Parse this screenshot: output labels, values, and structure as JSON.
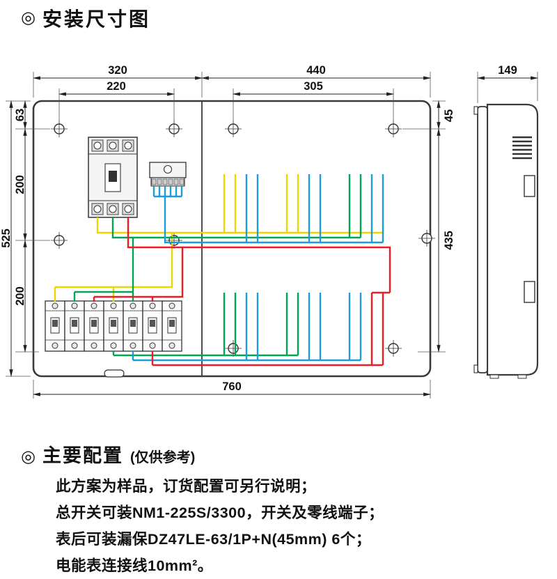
{
  "title": {
    "icon": "◎",
    "text": "安装尺寸图"
  },
  "drawing": {
    "dims": {
      "front_top_left": "320",
      "front_top_left_inner": "220",
      "front_top_right": "440",
      "front_top_right_inner": "305",
      "side_width": "149",
      "left_top": "63",
      "left_upper": "200",
      "left_total": "525",
      "left_lower": "200",
      "right_top": "45",
      "right_main": "435",
      "bottom_total": "760"
    },
    "wire_colors": {
      "yellow": "#f0d400",
      "green": "#00a651",
      "blue": "#1e9cd7",
      "red": "#ed1c24"
    }
  },
  "config": {
    "icon": "◎",
    "heading": "主要配置",
    "heading_note": "(仅供参考)",
    "lines": [
      "此方案为样品，订货配置可另行说明；",
      "总开关可装NM1-225S/3300，开关及零线端子；",
      "表后可装漏保DZ47LE-63/1P+N(45mm) 6个；",
      "电能表连接线10mm²。"
    ]
  }
}
